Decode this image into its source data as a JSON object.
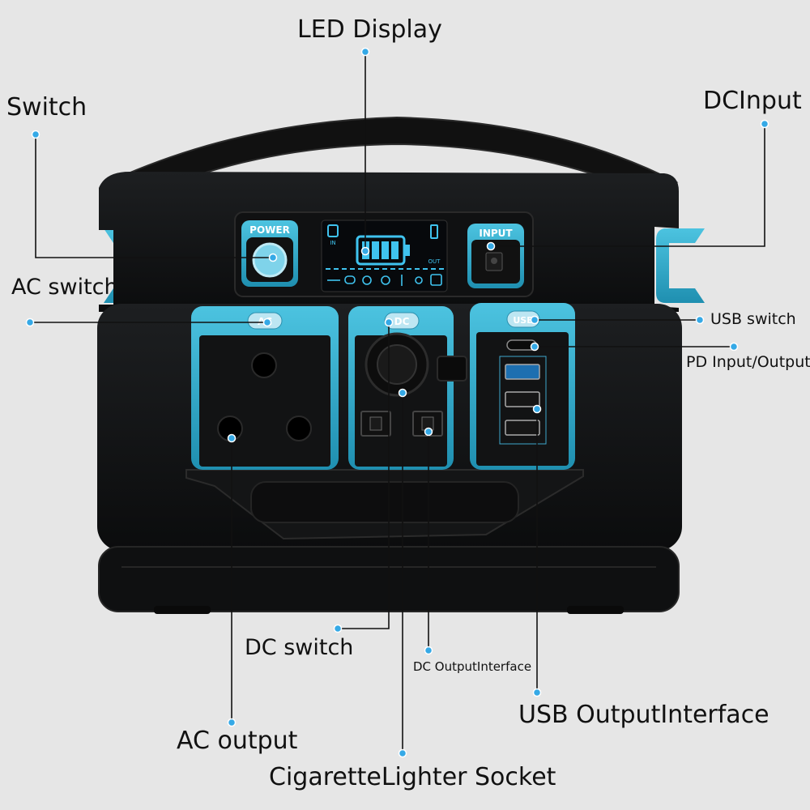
{
  "labels": {
    "led_display": "LED Display",
    "switch": "Switch",
    "dc_input": "DCInput",
    "ac_switch": "AC switch",
    "usb_switch": "USB switch",
    "pd_input_output": "PD Input/Output",
    "dc_switch": "DC switch",
    "dc_output_interface": "DC OutputInterface",
    "usb_output_interface": "USB OutputInterface",
    "ac_output": "AC output",
    "cigarette_lighter_socket": "CigaretteLighter Socket"
  },
  "device": {
    "power_button_label": "POWER",
    "input_label": "INPUT",
    "ac_badge": "AC",
    "dc_badge": "DC",
    "usb_badge": "USB",
    "lcd_in_text": "IN",
    "lcd_out_text": "OUT"
  },
  "colors": {
    "accent": "#2fa8c8",
    "marker": "#35a9e6",
    "body": "#111213",
    "leader_line": "#111111",
    "background": "#e6e6e6"
  }
}
